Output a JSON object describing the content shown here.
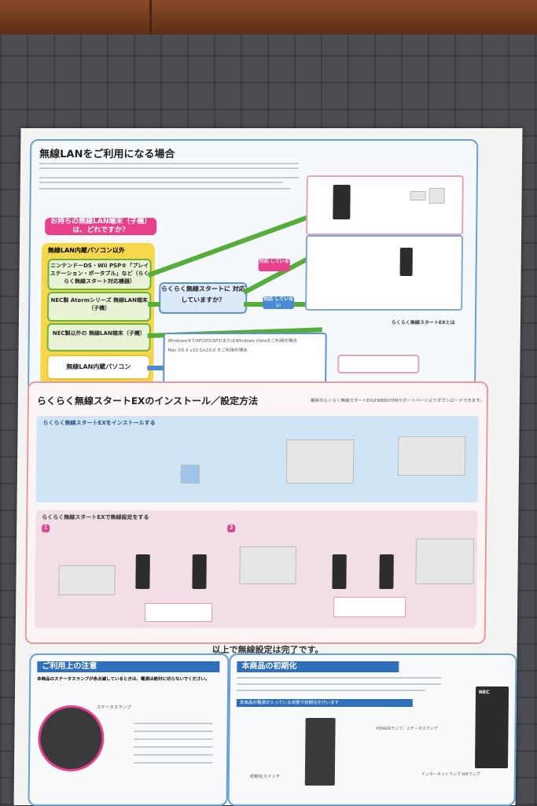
{
  "scene": {
    "description_free": true
  },
  "paper": {
    "section1": {
      "title": "無線LANをご利用になる場合",
      "question": "お持ちの無線LAN端末（子機）は、どれですか？",
      "yellow_header": "無線LAN内蔵パソコン以外",
      "items": [
        "ニンテンドーDS・Wii PSP®「プレイステーション・ポータブル」など（らくらく無線スタート対応機器）",
        "NEC製 Atermシリーズ 無線LAN端末（子機）",
        "NEC製以外の 無線LAN端末（子機）"
      ],
      "pc_item": "無線LAN内蔵パソコン",
      "middle_box": "らくらく無線スタートに 対応していますか？",
      "badge_yes": "対応 している",
      "badge_no": "対応 していない",
      "windows_text": "Windows®7/XP(SP2/SP3)またはWindows Vistaをご利用の場合",
      "mac_text": "Mac OS X v10.5/v10.6 をご利用の場合",
      "ex_note": "らくらく無線スタートEXとは"
    },
    "section2": {
      "title": "らくらく無線スタートEXのインストール／設定方法",
      "note": "最新のらくらく無線スタートEXはWR8370Nサポートページよりダウンロードできます。",
      "install_title": "らくらく無線スタートEXをインストールする",
      "setup_title": "らくらく無線スタートEXで無線設定をする",
      "step_numbers": [
        "1",
        "2"
      ],
      "done": "以上で無線設定は完了です。"
    },
    "section3": {
      "title": "ご利用上の注意",
      "subtitle": "本商品のステータスランプが赤点滅しているときは、電源は絶対に切らないでください。",
      "lamp_label": "ステータスランプ"
    },
    "section4": {
      "title": "本商品の初期化",
      "sub": "本商品の電源が入っている状態で初期化を行います",
      "logo": "NEC",
      "label_init": "初期化スイッチ",
      "label_lamp": "POWERランプ、ステータスランプ",
      "label_inet": "インターネットランプ AIRランプ"
    }
  },
  "colors": {
    "blue": "#2f6fbd",
    "green": "#56ad3a",
    "pink": "#e8408a",
    "yellow": "#f6d64a"
  }
}
